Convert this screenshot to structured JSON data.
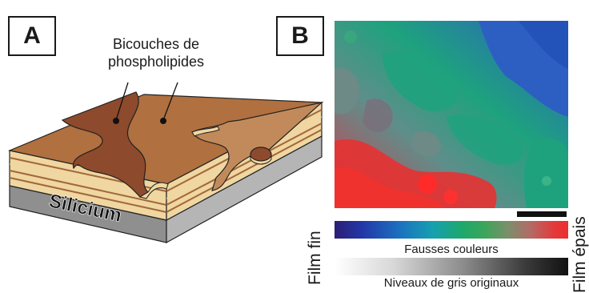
{
  "panel_a": {
    "label": "A",
    "callout_lines": [
      "Bicouches de",
      "phospholipides"
    ],
    "substrate_label": "Silicium",
    "colors": {
      "top": "#b0703f",
      "dark_region": "#8e4a2c",
      "light_region": "#c28a5a",
      "layer_cream": "#f0d6a0",
      "layer_brown": "#a0683c",
      "substrate": "#9a9a9a"
    }
  },
  "panel_b": {
    "label": "B",
    "color_bar_label": "Fausses couleurs",
    "gray_bar_label": "Niveaux de gris originaux",
    "left_label": "Film fin",
    "right_label": "Film épais",
    "colors": {
      "thin": "#e63232",
      "mid": "#1ea27e",
      "thick": "#2d5fc2",
      "neutral": "#6e8a86"
    }
  }
}
